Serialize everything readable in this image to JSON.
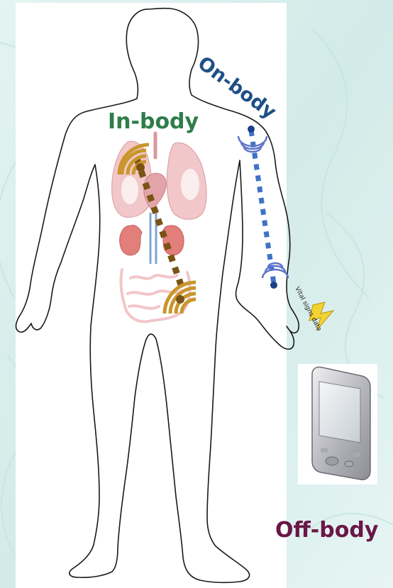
{
  "labels": {
    "in_body": "In-body",
    "on_body": "On-body",
    "off_body": "Off-body",
    "vital_signs": "Vital signs data"
  },
  "colors": {
    "background": "#d9efed",
    "panel": "#ffffff",
    "in_body_label": "#2e7d4a",
    "on_body_label": "#1f4f86",
    "off_body_label": "#6a1646",
    "in_body_link": "#7a5314",
    "on_body_link": "#3f73c6",
    "antenna_in_body": "#c9962b",
    "antenna_on_body": "#5f74c9",
    "lightning": "#f3d331"
  },
  "icons": {
    "body": "human-body-outline-icon",
    "organs": "internal-organs-icon",
    "in_body_antenna": "wireless-signal-icon",
    "on_body_antenna": "wireless-signal-icon",
    "wireless_link": "lightning-bolt-icon",
    "device": "pda-device-icon"
  }
}
